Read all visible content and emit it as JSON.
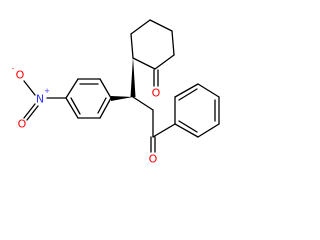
{
  "molecule": {
    "atom_labels": {
      "nitro_nitrogen": "N",
      "nitro_nitrogen_charge": "+",
      "nitro_oxygen_minus": "O",
      "nitro_oxygen_minus_charge": "-",
      "nitro_oxygen_double": "O",
      "ring_ketone_oxygen": "O",
      "chain_ketone_oxygen": "O"
    },
    "colors": {
      "bond": "#000000",
      "nitrogen": "#3333ff",
      "oxygen": "#ff0000",
      "background": "#ffffff"
    }
  }
}
